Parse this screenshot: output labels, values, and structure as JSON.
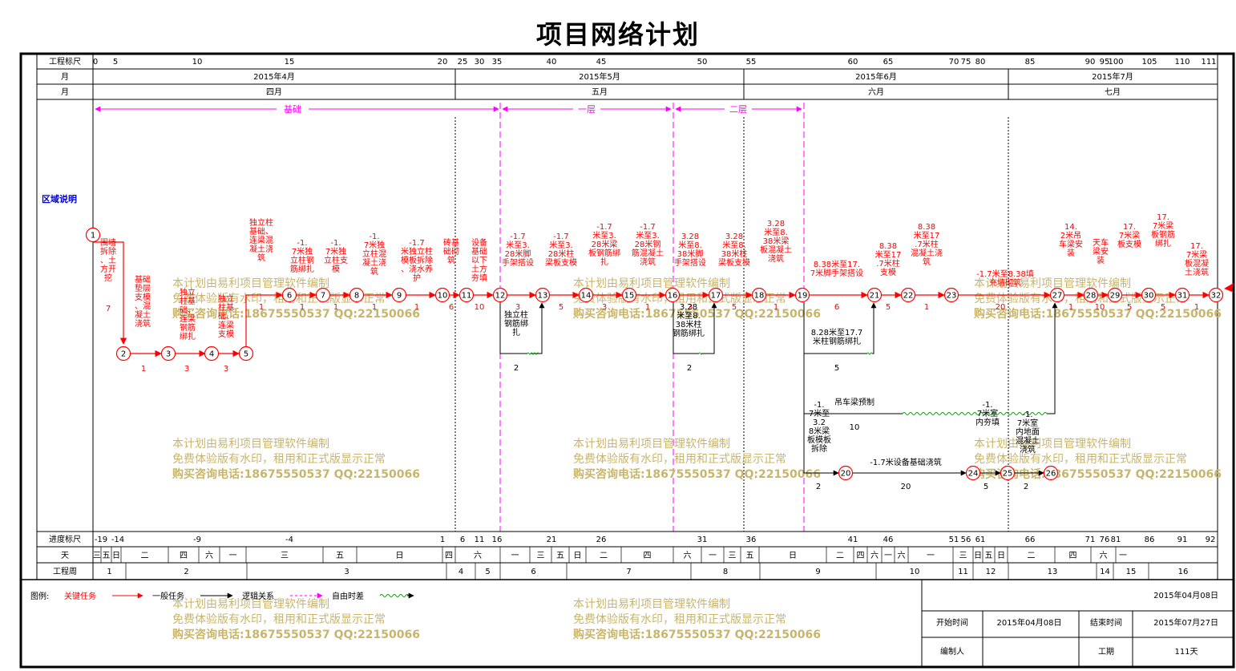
{
  "title": "项目网络计划",
  "header_rows": {
    "scale_label": "工程标尺",
    "month_label": "月",
    "month2_label": "月",
    "scale_ticks": [
      "0",
      "5",
      "10",
      "15",
      "20",
      "25",
      "30",
      "35",
      "40",
      "45",
      "50",
      "55",
      "60",
      "65",
      "70",
      "75",
      "80",
      "85",
      "90",
      "95",
      "100",
      "105",
      "110",
      "111"
    ],
    "months": [
      {
        "name": "2015年4月",
        "cn": "四月"
      },
      {
        "name": "2015年5月",
        "cn": "五月"
      },
      {
        "name": "2015年6月",
        "cn": "六月"
      },
      {
        "name": "2015年7月",
        "cn": "七月"
      }
    ]
  },
  "zones": {
    "label": "区域说明",
    "items": [
      "基础",
      "一层",
      "二层"
    ]
  },
  "nodes": [
    "1",
    "2",
    "3",
    "4",
    "5",
    "6",
    "7",
    "8",
    "9",
    "10",
    "11",
    "12",
    "13",
    "14",
    "15",
    "16",
    "17",
    "18",
    "19",
    "20",
    "21",
    "22",
    "23",
    "24",
    "25",
    "26",
    "27",
    "28",
    "29",
    "30",
    "31",
    "32"
  ],
  "tasks": {
    "t1_2": {
      "name": "围墙拆除、土方开挖",
      "dur": "7"
    },
    "t2_3": {
      "name": "基础垫层支模、混凝土浇筑",
      "dur": "1"
    },
    "t3_4": {
      "name": "独立柱基础、连梁钢筋绑扎",
      "dur": "3"
    },
    "t4_5": {
      "name": "独立柱基础、连梁支模",
      "dur": "3"
    },
    "t5_6": {
      "name": "独立柱基础、连梁混凝土浇筑",
      "dur": "1"
    },
    "t6_7": {
      "name": "-1.7米独立柱钢筋绑扎",
      "dur": "1"
    },
    "t7_8": {
      "name": "-1.7米独立柱支模",
      "dur": "1"
    },
    "t8_9": {
      "name": "-1.7米独立柱混凝土浇筑",
      "dur": "1"
    },
    "t9_10": {
      "name": "-1.7米独立柱模板拆除、浇水养护",
      "dur": "1"
    },
    "t10_11": {
      "name": "砖基础砌筑",
      "dur": "6"
    },
    "t11_12": {
      "name": "设备基础以下土方夯填",
      "dur": "10"
    },
    "t12_13": {
      "name": "-1.7米至3.28米脚手架搭设",
      "dur": "3"
    },
    "t12_13b": {
      "name": "独立柱钢筋绑扎",
      "dur": "2"
    },
    "t13_14": {
      "name": "-1.7米至3.28米柱梁板支模",
      "dur": "5"
    },
    "t14_15": {
      "name": "-1.7米至3.28米梁板钢筋绑扎",
      "dur": "3"
    },
    "t15_16": {
      "name": "-1.7米至3.28米钢筋混凝土浇筑",
      "dur": "1"
    },
    "t16_17": {
      "name": "3.28米至8.38米脚手架搭设",
      "dur": "3"
    },
    "t16_17b": {
      "name": "3.28米至8.38米柱钢筋绑扎",
      "dur": "2"
    },
    "t17_18": {
      "name": "3.28米至8.38米柱梁板支模",
      "dur": "5"
    },
    "t18_19": {
      "name": "3.28米至8.38米梁板混凝土浇筑",
      "dur": "1"
    },
    "t19_21": {
      "name": "8.38米至17.7米脚手架搭设",
      "dur": "6"
    },
    "t19_21b": {
      "name": "8.28米至17.7米柱钢筋绑扎",
      "dur": "5"
    },
    "t21_22": {
      "name": "8.38米至17.7米柱支模",
      "dur": "5"
    },
    "t22_23": {
      "name": "8.38米至17.7米柱混凝土浇筑",
      "dur": "1"
    },
    "t23_27": {
      "name": "-1.7米至8.38填充墙砌筑",
      "dur": "20"
    },
    "t19_27": {
      "name": "吊车梁预制",
      "dur": "10"
    },
    "t19_20": {
      "name": "-1.7米至3.28米梁板模板拆除",
      "dur": "2"
    },
    "t20_24": {
      "name": "-1.7米设备基础浇筑",
      "dur": "20"
    },
    "t24_25": {
      "name": "-1.7米室内夯填",
      "dur": "5"
    },
    "t25_26": {
      "name": "-1.7米室内地面混凝土浇筑",
      "dur": "2"
    },
    "t27_28": {
      "name": "14.2米吊车梁安装",
      "dur": "1"
    },
    "t28_29": {
      "name": "天车梁安装",
      "dur": "10"
    },
    "t29_30": {
      "name": "17.7米梁板支模",
      "dur": "5"
    },
    "t30_31": {
      "name": "17.7米梁板钢筋绑扎",
      "dur": "5"
    },
    "t31_32": {
      "name": "17.7米梁板混凝土浇筑",
      "dur": "1"
    }
  },
  "footer_rows": {
    "progress_label": "进度标尺",
    "progress_ticks": [
      "-19",
      "-14",
      "-9",
      "-4",
      "1",
      "6",
      "11",
      "16",
      "21",
      "26",
      "31",
      "36",
      "41",
      "46",
      "51",
      "56",
      "61",
      "66",
      "71",
      "76",
      "81",
      "86",
      "91",
      "92"
    ],
    "day_label": "天",
    "day_cells": [
      "三",
      "五",
      "日",
      "二",
      "四",
      "六",
      "一",
      "三",
      "五",
      "日",
      "四",
      "六",
      "一",
      "三",
      "五",
      "日",
      "二",
      "四",
      "六",
      "一",
      "三",
      "五",
      "日",
      "二",
      "四",
      "六",
      "一",
      "六",
      "一",
      "三",
      "日",
      "五",
      "日",
      "二",
      "四",
      "六",
      "一"
    ],
    "week_label": "工程周",
    "weeks": [
      "1",
      "2",
      "3",
      "4",
      "5",
      "6",
      "7",
      "8",
      "9",
      "10",
      "11",
      "12",
      "13",
      "14",
      "15",
      "16"
    ]
  },
  "legend": {
    "title": "图例:",
    "critical": "关键任务",
    "normal": "一般任务",
    "logic": "逻辑关系",
    "float": "自由时差",
    "colors": {
      "critical": "#ff0000",
      "normal": "#000000",
      "logic": "#ff00ff",
      "float": "#00a000"
    }
  },
  "info": {
    "print_date": "2015年04月08日",
    "start_label": "开始时间",
    "start": "2015年04月08日",
    "end_label": "结束时间",
    "end": "2015年07月27日",
    "author_label": "编制人",
    "period_label": "工期",
    "period": "111天"
  },
  "watermark": {
    "line1": "本计划由易利项目管理软件编制",
    "line2": "免费体验版有水印，租用和正式版显示正常",
    "line3": "购买咨询电话:18675550537 QQ:22150066"
  }
}
